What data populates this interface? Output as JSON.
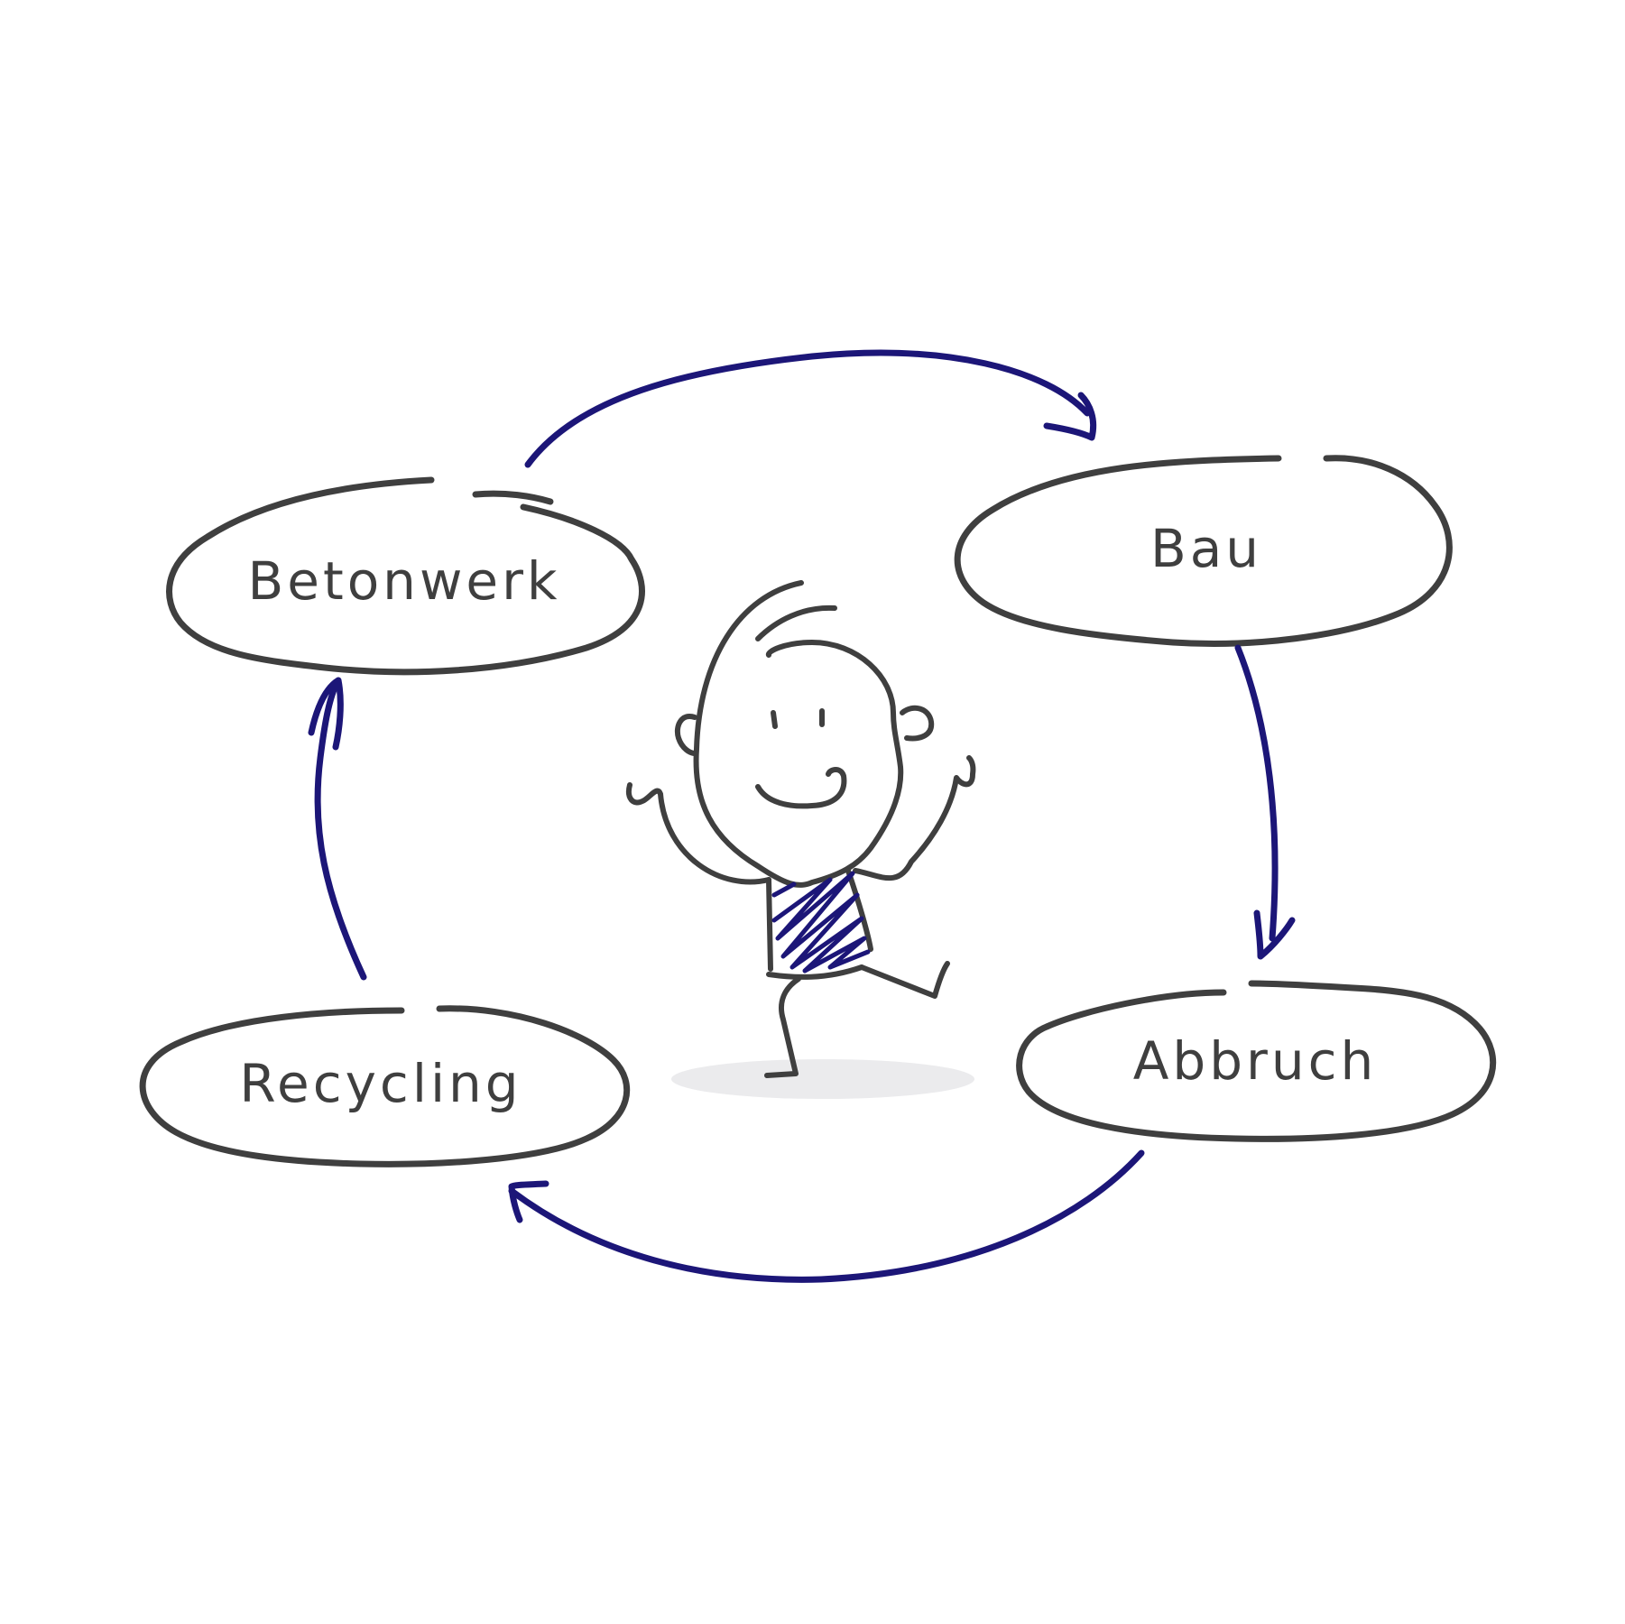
{
  "nodes": {
    "betonwerk": "Betonwerk",
    "bau": "Bau",
    "abbruch": "Abbruch",
    "recycling": "Recycling"
  },
  "colors": {
    "outline": "#3f3f3f",
    "arrow": "#1c1678",
    "shadow": "#ebebed",
    "background": "#ffffff"
  }
}
